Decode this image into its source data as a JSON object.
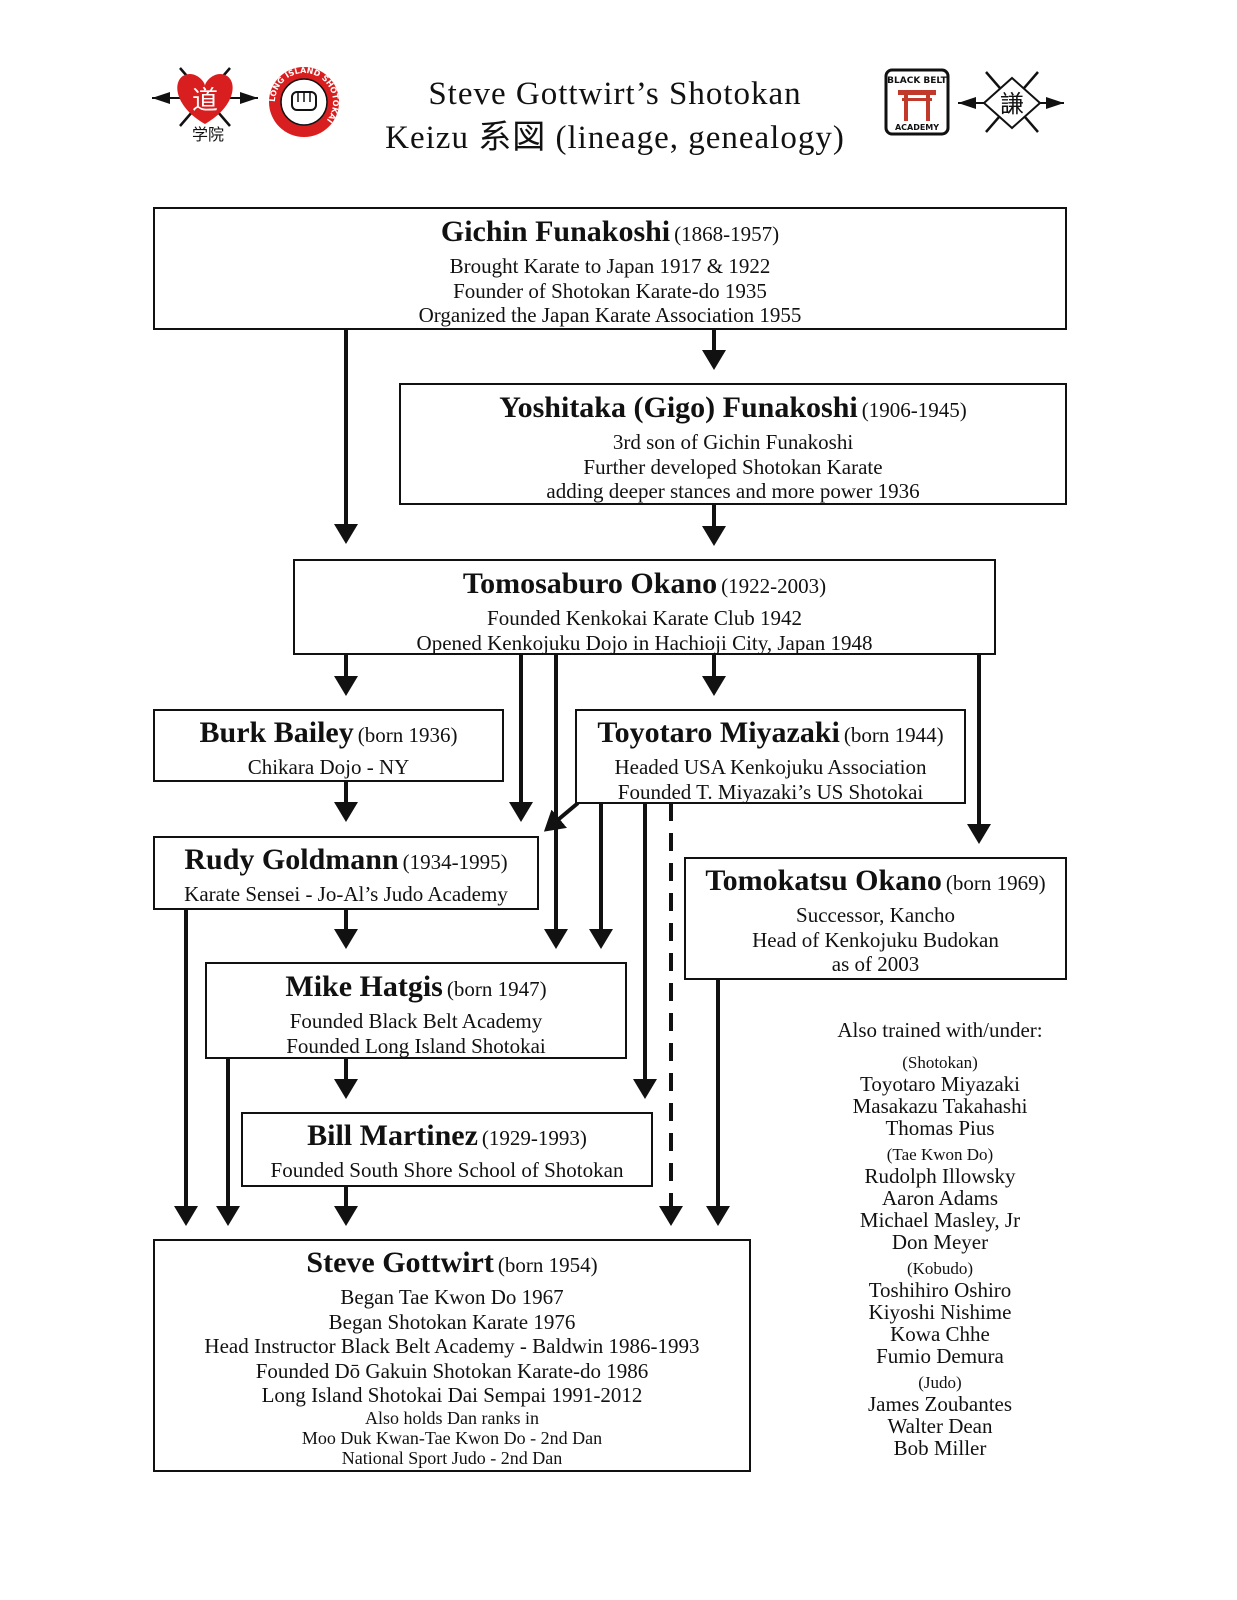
{
  "header": {
    "title_line1": "Steve Gottwirt’s Shotokan",
    "title_line2": "Keizu 系図 (lineage, genealogy)"
  },
  "logos": {
    "left1": {
      "char": "道",
      "sub": "学院",
      "color": "#d81e1e"
    },
    "left2": {
      "ring_text": "LONG ISLAND SHOTOKAI",
      "color": "#d81e1e"
    },
    "right1": {
      "text_top": "BLACK BELT",
      "text_bottom": "ACADEMY"
    },
    "right2": {
      "char": "謙"
    }
  },
  "nodes": {
    "gichin": {
      "name": "Gichin Funakoshi",
      "dates": "(1868-1957)",
      "lines": [
        "Brought Karate to Japan 1917 & 1922",
        "Founder of Shotokan Karate-do 1935",
        "Organized the Japan Karate Association 1955"
      ]
    },
    "yoshitaka": {
      "name": "Yoshitaka (Gigo) Funakoshi",
      "dates": "(1906-1945)",
      "lines": [
        "3rd son of Gichin Funakoshi",
        "Further developed Shotokan Karate",
        "adding deeper stances and more power 1936"
      ]
    },
    "okano": {
      "name": "Tomosaburo Okano",
      "dates": "(1922-2003)",
      "lines": [
        "Founded Kenkokai Karate Club 1942",
        "Opened Kenkojuku Dojo in Hachioji City, Japan 1948"
      ]
    },
    "bailey": {
      "name": "Burk Bailey",
      "dates": "(born 1936)",
      "lines": [
        "Chikara Dojo - NY"
      ]
    },
    "miyazaki": {
      "name": "Toyotaro Miyazaki",
      "dates": "(born 1944)",
      "lines": [
        "Headed USA Kenkojuku Association",
        "Founded T. Miyazaki’s US Shotokai"
      ]
    },
    "goldmann": {
      "name": "Rudy Goldmann",
      "dates": "(1934-1995)",
      "lines": [
        "Karate Sensei - Jo-Al’s Judo Academy"
      ]
    },
    "tomokatsu": {
      "name": "Tomokatsu Okano",
      "dates": "(born 1969)",
      "lines": [
        "Successor, Kancho",
        "Head of Kenkojuku Budokan",
        "as of 2003"
      ]
    },
    "hatgis": {
      "name": "Mike Hatgis",
      "dates": "(born 1947)",
      "lines": [
        "Founded Black Belt Academy",
        "Founded Long Island Shotokai"
      ]
    },
    "martinez": {
      "name": "Bill Martinez",
      "dates": "(1929-1993)",
      "lines": [
        "Founded South Shore School of Shotokan"
      ]
    },
    "gottwirt": {
      "name": "Steve Gottwirt",
      "dates": "(born 1954)",
      "lines": [
        "Began Tae Kwon Do 1967",
        "Began Shotokan Karate 1976",
        "Head Instructor Black Belt Academy - Baldwin 1986-1993",
        "Founded Dō Gakuin Shotokan Karate-do 1986",
        "Long Island Shotokai Dai Sempai 1991-2012"
      ],
      "small_lines": [
        "Also holds Dan ranks in",
        "Moo Duk Kwan-Tae Kwon Do - 2nd Dan",
        "National Sport Judo - 2nd Dan"
      ]
    }
  },
  "also_trained": {
    "heading": "Also trained with/under:",
    "groups": [
      {
        "label": "(Shotokan)",
        "names": [
          "Toyotaro Miyazaki",
          "Masakazu Takahashi",
          "Thomas Pius"
        ]
      },
      {
        "label": "(Tae Kwon Do)",
        "names": [
          "Rudolph Illowsky",
          "Aaron Adams",
          "Michael Masley, Jr",
          "Don Meyer"
        ]
      },
      {
        "label": "(Kobudo)",
        "names": [
          "Toshihiro Oshiro",
          "Kiyoshi Nishime",
          "Kowa Chhe",
          "Fumio Demura"
        ]
      },
      {
        "label": "(Judo)",
        "names": [
          "James Zoubantes",
          "Walter Dean",
          "Bob Miller"
        ]
      }
    ]
  }
}
